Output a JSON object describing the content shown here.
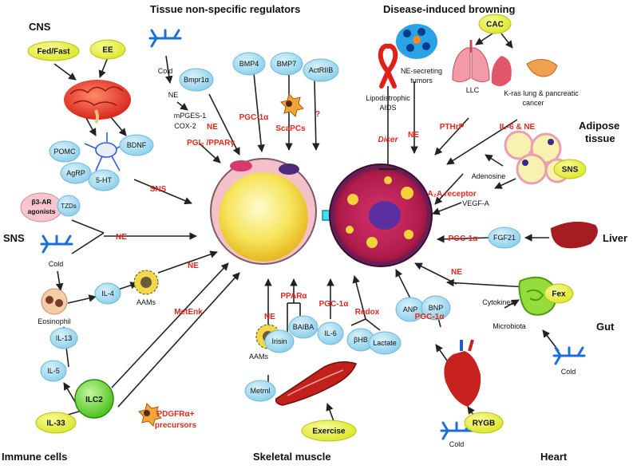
{
  "section_titles": {
    "cns": "CNS",
    "tissue": "Tissue non-specific regulators",
    "disease": "Disease-induced browning",
    "adipose_1": "Adipose",
    "adipose_2": "tissue",
    "sns": "SNS",
    "liver": "Liver",
    "gut": "Gut",
    "immune": "Immune cells",
    "muscle": "Skeletal muscle",
    "heart": "Heart"
  },
  "yellow_nodes": {
    "fedfast": "Fed/Fast",
    "ee": "EE",
    "cac": "CAC",
    "sns_adipose": "SNS",
    "fex": "Fex",
    "il33": "IL-33",
    "exercise": "Exercise",
    "rygb": "RYGB"
  },
  "blue_nodes": {
    "bmpr1a": "Bmpr1α",
    "bmp4": "BMP4",
    "bmp7": "BMP7",
    "actriib": "ActRIIB",
    "pomc": "POMC",
    "agrp": "AgRP",
    "ht5": "5-HT",
    "bdnf": "BDNF",
    "tzds": "TZDs",
    "il4": "IL-4",
    "il13": "IL-13",
    "il5": "IL-5",
    "irisin": "Irisin",
    "baiba": "BAIBA",
    "il6": "IL-6",
    "bhb": "βHB",
    "lactate": "Lactate",
    "metrnl": "Metrnl",
    "anp": "ANP",
    "bnp": "BNP",
    "fgf21": "FGF21"
  },
  "pink_nodes": {
    "b3ar_1": "β3-AR",
    "b3ar_2": "agonists"
  },
  "ilc2": "ILC2",
  "black_labels": {
    "cold_tissue": "Cold",
    "ne_tissue": "NE",
    "mpges": "mPGES-1",
    "cox2": "COX-2",
    "lipo_1": "Lipodistrophic",
    "lipo_2": "AIDS",
    "ne_tumors_1": "NE-secreting",
    "ne_tumors_2": "tumors",
    "llc": "LLC",
    "kras_1": "K-ras lung & pancreatic",
    "kras_2": "cancer",
    "adenosine": "Adenosine",
    "vegfa": "VEGF-A",
    "cold_sns": "Cold",
    "eosinophil": "Eosinophil",
    "aams_imm": "AAMs",
    "aams_mus": "AAMs",
    "cytokines": "Cytokines",
    "microbiota": "Microbiota",
    "cold_gut": "Cold",
    "cold_heart": "Cold"
  },
  "red_labels": {
    "ne_1": "NE",
    "pgc_tissue": "PGC-1α",
    "scapcs": "ScaPCs",
    "q": "?",
    "pgi2": "PGI₂ /PPARγ",
    "dicer": "Dicer",
    "ne_tumor": "NE",
    "pthrp": "PTHrP",
    "il6ne": "IL-6  & NE",
    "a2a": "A₂A receptor",
    "sns_cns": "SNS",
    "ne_sns": "NE",
    "ne_imm": "NE",
    "metenk": "MetEnk",
    "pdgfr_1": "PDGFRα+",
    "pdgfr_2": "precursors",
    "ne_mus": "NE",
    "ppara": "PPARα",
    "pgc_mus": "PGC-1α",
    "redox": "Redox",
    "pgc_heart": "PGC-1α",
    "ne_gut": "NE",
    "pgc_liver": "PGC-1α"
  },
  "colors": {
    "yellow_node": "#e8f03c",
    "blue_node": "#a8dcf0",
    "pink_node": "#f7c6cc",
    "green_node": "#7de04a",
    "red_text": "#e8261c",
    "arrow": "#222222"
  }
}
